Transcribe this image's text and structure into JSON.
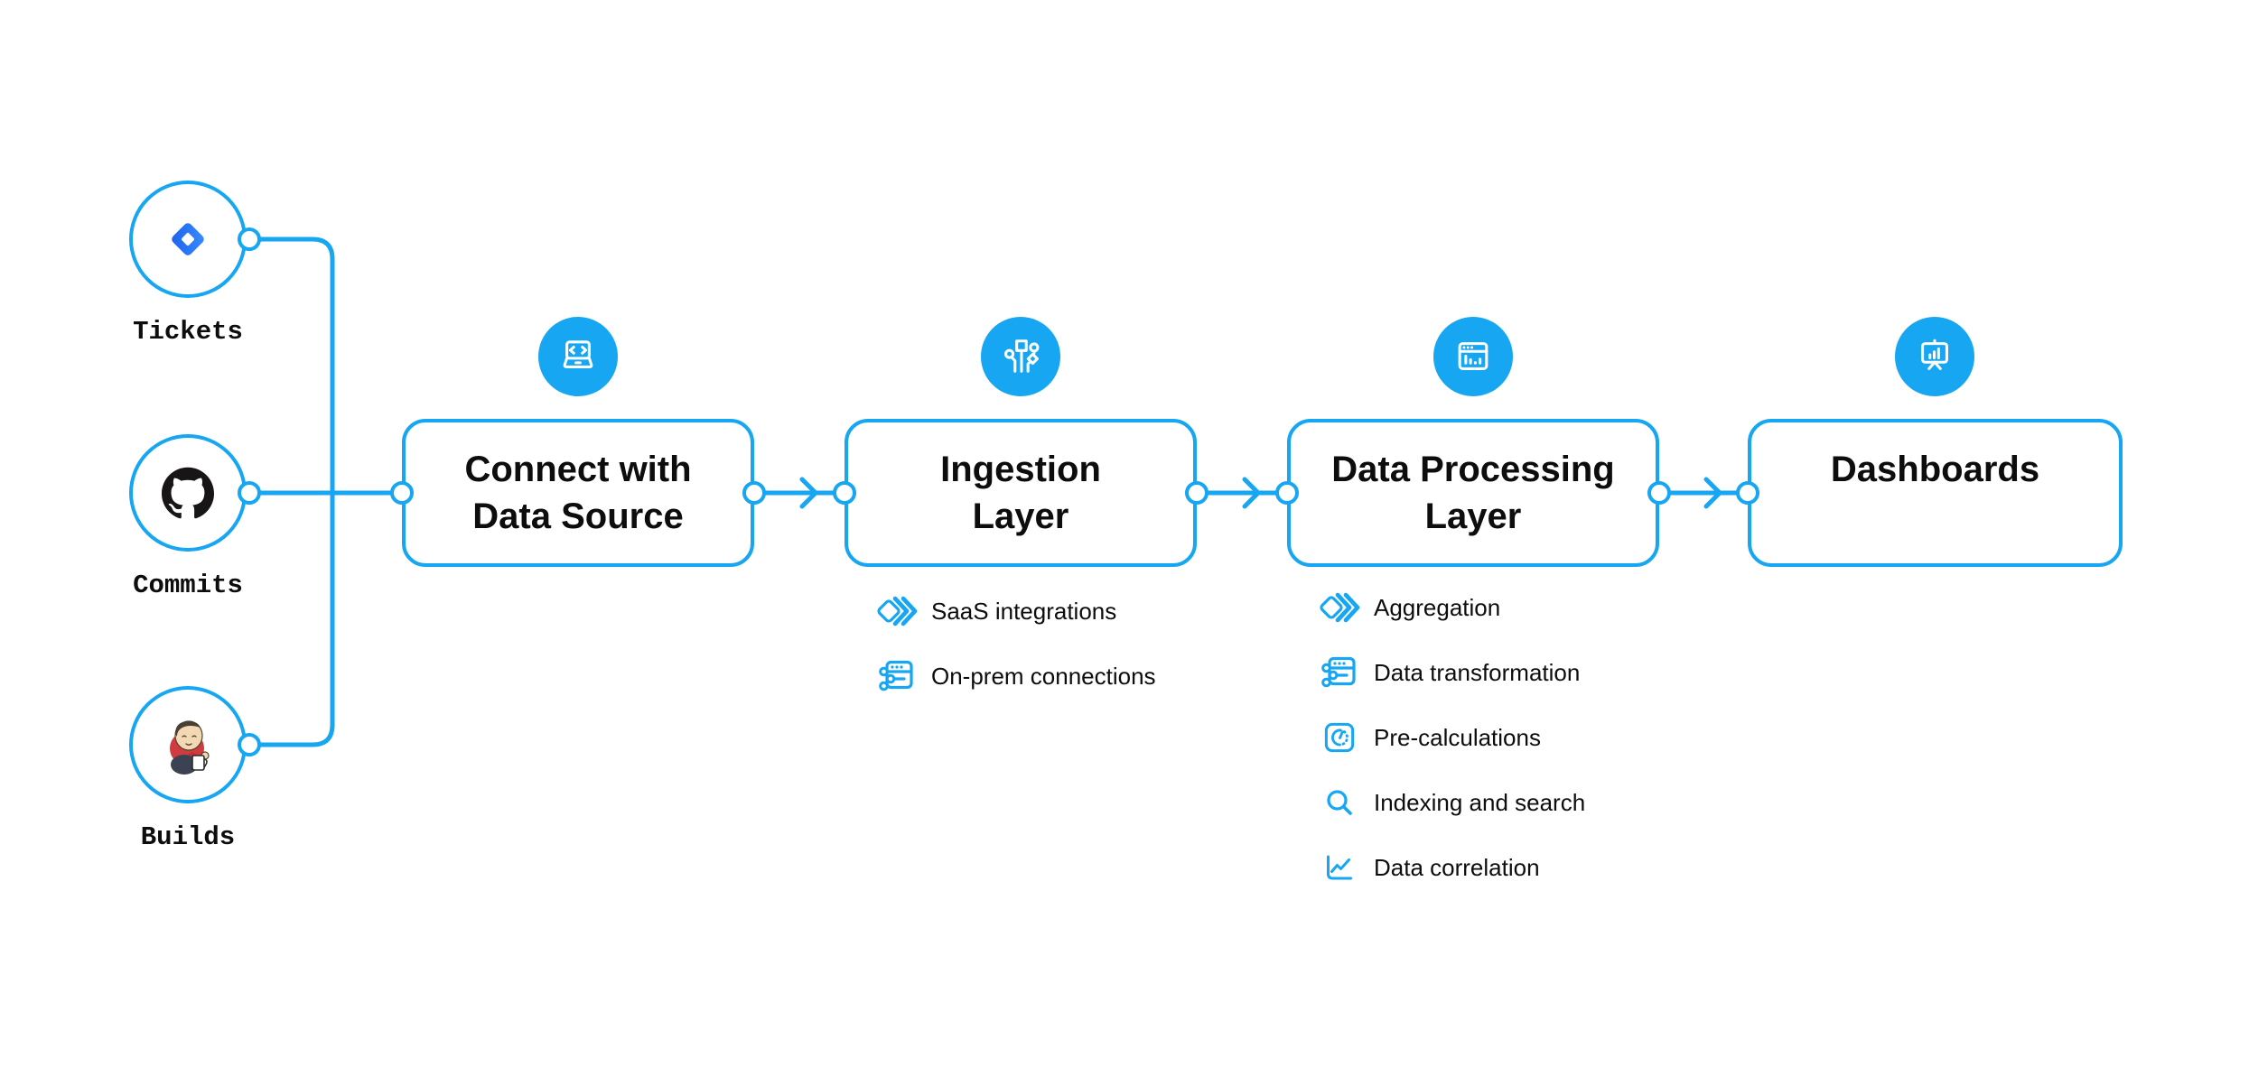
{
  "colors": {
    "accent": "#16a6f2",
    "text": "#0d0d0d",
    "jira_blue": "#2e7df6",
    "jira_blue_dark": "#1b63ec",
    "github_black": "#171515",
    "jenkins_red": "#cf3b3f"
  },
  "sources": {
    "items": [
      {
        "label": "Tickets",
        "icon": "jira-logo"
      },
      {
        "label": "Commits",
        "icon": "github-logo"
      },
      {
        "label": "Builds",
        "icon": "jenkins-logo"
      }
    ]
  },
  "flow": {
    "boxes": [
      {
        "title_line1": "Connect with",
        "title_line2": "Data Source",
        "icon": "laptop-code"
      },
      {
        "title_line1": "Ingestion",
        "title_line2": "Layer",
        "icon": "data-streams"
      },
      {
        "title_line1": "Data Processing",
        "title_line2": "Layer",
        "icon": "window-chart"
      },
      {
        "title_line1": "Dashboards",
        "title_line2": "",
        "icon": "presentation-chart"
      }
    ]
  },
  "ingestion_features": [
    {
      "label": "SaaS integrations",
      "icon": "stacked-diamonds"
    },
    {
      "label": "On-prem connections",
      "icon": "window-sliders"
    }
  ],
  "processing_features": [
    {
      "label": "Aggregation",
      "icon": "stacked-diamonds"
    },
    {
      "label": "Data transformation",
      "icon": "window-sliders"
    },
    {
      "label": "Pre-calculations",
      "icon": "gauge-square"
    },
    {
      "label": "Indexing and search",
      "icon": "magnifier"
    },
    {
      "label": "Data correlation",
      "icon": "line-chart"
    }
  ]
}
